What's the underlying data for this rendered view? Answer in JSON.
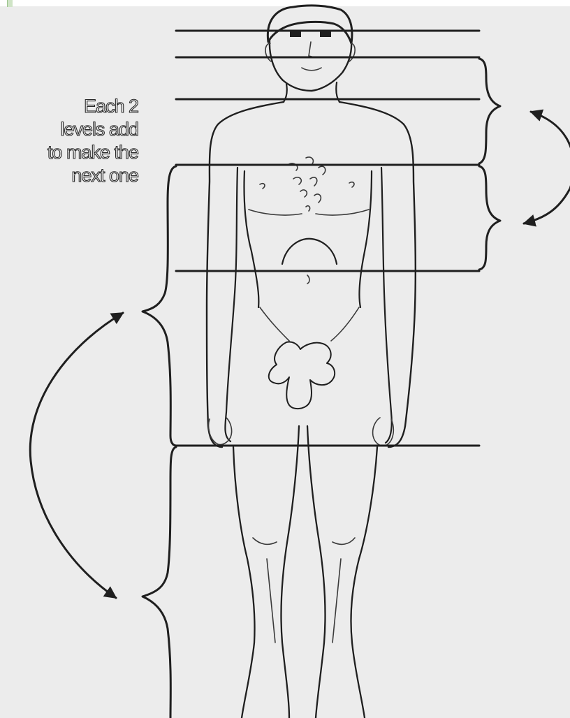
{
  "diagram": {
    "caption_lines": [
      "Each 2",
      "levels add",
      "to make the",
      "next one"
    ]
  },
  "colors": {
    "background": "#ececec",
    "line": "#1f1f1f"
  }
}
